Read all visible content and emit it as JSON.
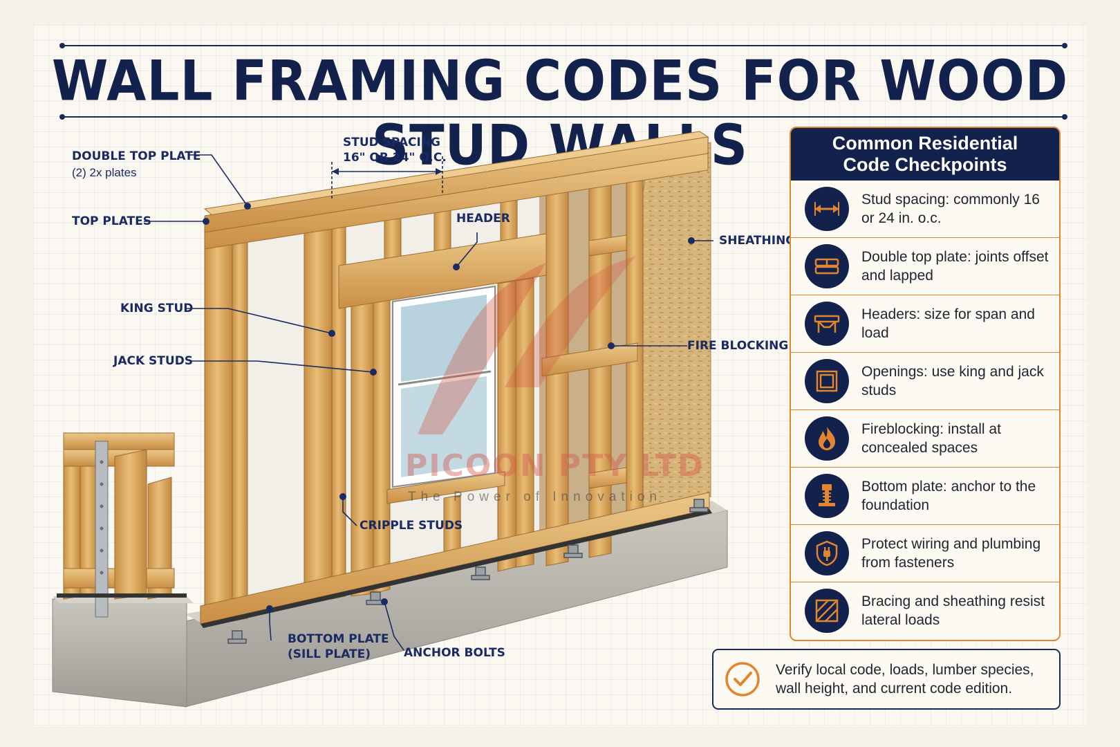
{
  "title": "WALL FRAMING CODES FOR WOOD STUD WALLS",
  "callouts": {
    "double_top_plate": "DOUBLE TOP PLATE",
    "double_top_plate_sub": "(2) 2x plates",
    "top_plates": "TOP PLATES",
    "stud_spacing": "STUD SPACING",
    "stud_spacing_sub": "16\" OR 24\" O.C.",
    "header": "HEADER",
    "sheathing": "SHEATHING",
    "king_stud": "KING STUD",
    "jack_studs": "JACK STUDS",
    "fire_blocking": "FIRE BLOCKING",
    "cripple_studs": "CRIPPLE STUDS",
    "bottom_plate": "BOTTOM PLATE",
    "bottom_plate_sub": "(SILL PLATE)",
    "anchor_bolts": "ANCHOR BOLTS"
  },
  "panel": {
    "heading_line1": "Common Residential",
    "heading_line2": "Code Checkpoints",
    "items": [
      {
        "icon": "arrows-horizontal-icon",
        "text": "Stud spacing: commonly 16 or 24 in. o.c."
      },
      {
        "icon": "stacked-plates-icon",
        "text": "Double top plate: joints offset and lapped"
      },
      {
        "icon": "header-beam-icon",
        "text": "Headers: size for span and load"
      },
      {
        "icon": "window-frame-icon",
        "text": "Openings: use king and jack studs"
      },
      {
        "icon": "flame-icon",
        "text": "Fireblocking: install at concealed spaces"
      },
      {
        "icon": "anchor-bolt-icon",
        "text": "Bottom plate: anchor to the foundation"
      },
      {
        "icon": "shield-plug-icon",
        "text": "Protect wiring and plumbing from fasteners"
      },
      {
        "icon": "diagonal-bracing-icon",
        "text": "Bracing and sheathing resist lateral loads"
      }
    ]
  },
  "note": {
    "icon": "checkmark-circle-icon",
    "text": "Verify local code, loads, lumber species, wall height, and current code edition."
  },
  "watermark": {
    "name": "PICOON PTY LTD",
    "tagline": "The Power of Innovation"
  },
  "colors": {
    "navy": "#13214d",
    "orange": "#e2862e",
    "wood": "#d9a55a",
    "concrete": "#b9b6ae"
  }
}
